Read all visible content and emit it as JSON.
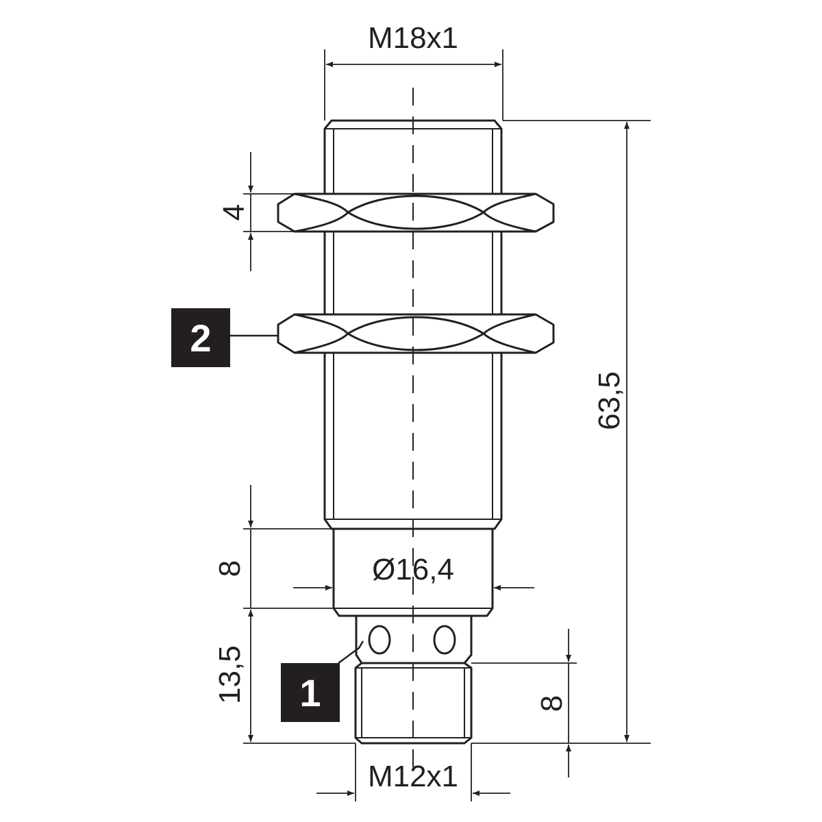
{
  "dimensions": {
    "thread_main": "M18x1",
    "thread_connector": "M12x1",
    "nut_height": "4",
    "total_length": "63,5",
    "neck_diameter": "Ø16,4",
    "neck_length": "8",
    "connector_length": "13,5",
    "thread_length": "8"
  },
  "callouts": {
    "connector": "1",
    "nut": "2"
  },
  "colors": {
    "line": "#231f20",
    "callout_bg": "#231f20",
    "callout_text": "#ffffff"
  }
}
